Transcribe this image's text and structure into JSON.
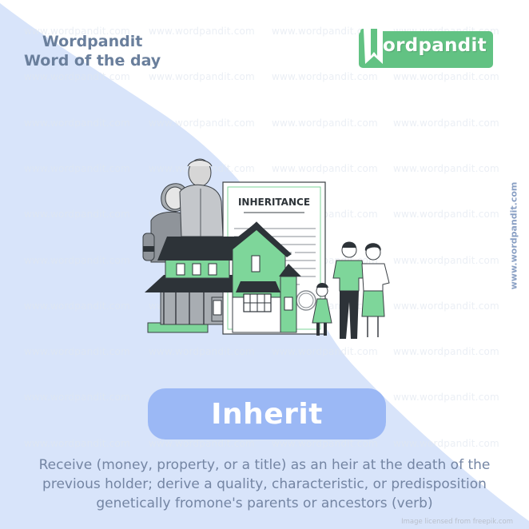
{
  "header": {
    "brand_title": "Wordpandit",
    "brand_subtitle": "Word of the day"
  },
  "logo": {
    "initial": "W",
    "text": "ordpandit",
    "color": "#62c283"
  },
  "side_watermark": "www.wordpandit.com",
  "watermark_text": "www.wordpandit.com",
  "illustration": {
    "document_title": "INHERITANCE",
    "icon": "inheritance-house-family-illustration"
  },
  "word": {
    "text": "Inherit",
    "pill_color": "#9bb8f5"
  },
  "definition": {
    "lines": [
      "Receive (money, property,  or a title) as an heir at the death of the",
      "previous holder; derive a quality, characteristic,  or predisposition",
      "genetically fromone's parents or ancestors (verb)"
    ]
  },
  "credit": "Image licensed from freepik.com",
  "colors": {
    "background_wedge": "#d8e4fa",
    "heading_text": "#6a7f9c",
    "definition_text": "#7485a3",
    "accent_green": "#62c283",
    "house_green": "#7ed69a",
    "dark_roof": "#2d3338"
  }
}
